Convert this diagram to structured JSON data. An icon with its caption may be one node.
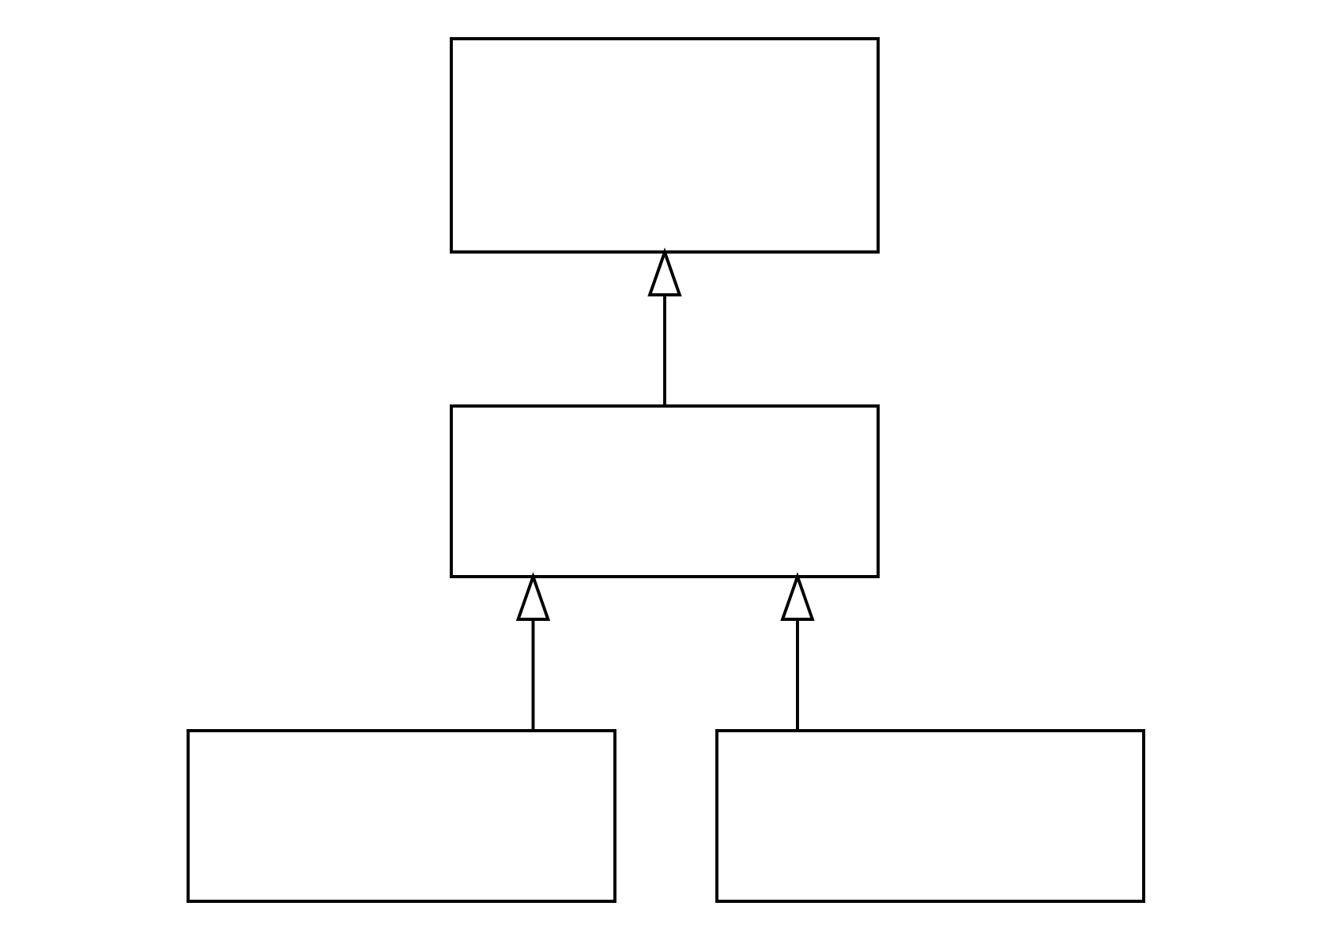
{
  "diagram": {
    "nodes": [
      {
        "text": [],
        "shape": "box"
      },
      {
        "text": [],
        "shape": "box"
      },
      {
        "text": [],
        "shape": "box"
      },
      {
        "text": [],
        "shape": "box"
      }
    ],
    "edges": [
      {
        "from": 1,
        "to": 0,
        "arrow": "to"
      },
      {
        "from": 2,
        "to": 1,
        "arrow": "to"
      },
      {
        "from": 3,
        "to": 1,
        "arrow": "to"
      }
    ]
  }
}
